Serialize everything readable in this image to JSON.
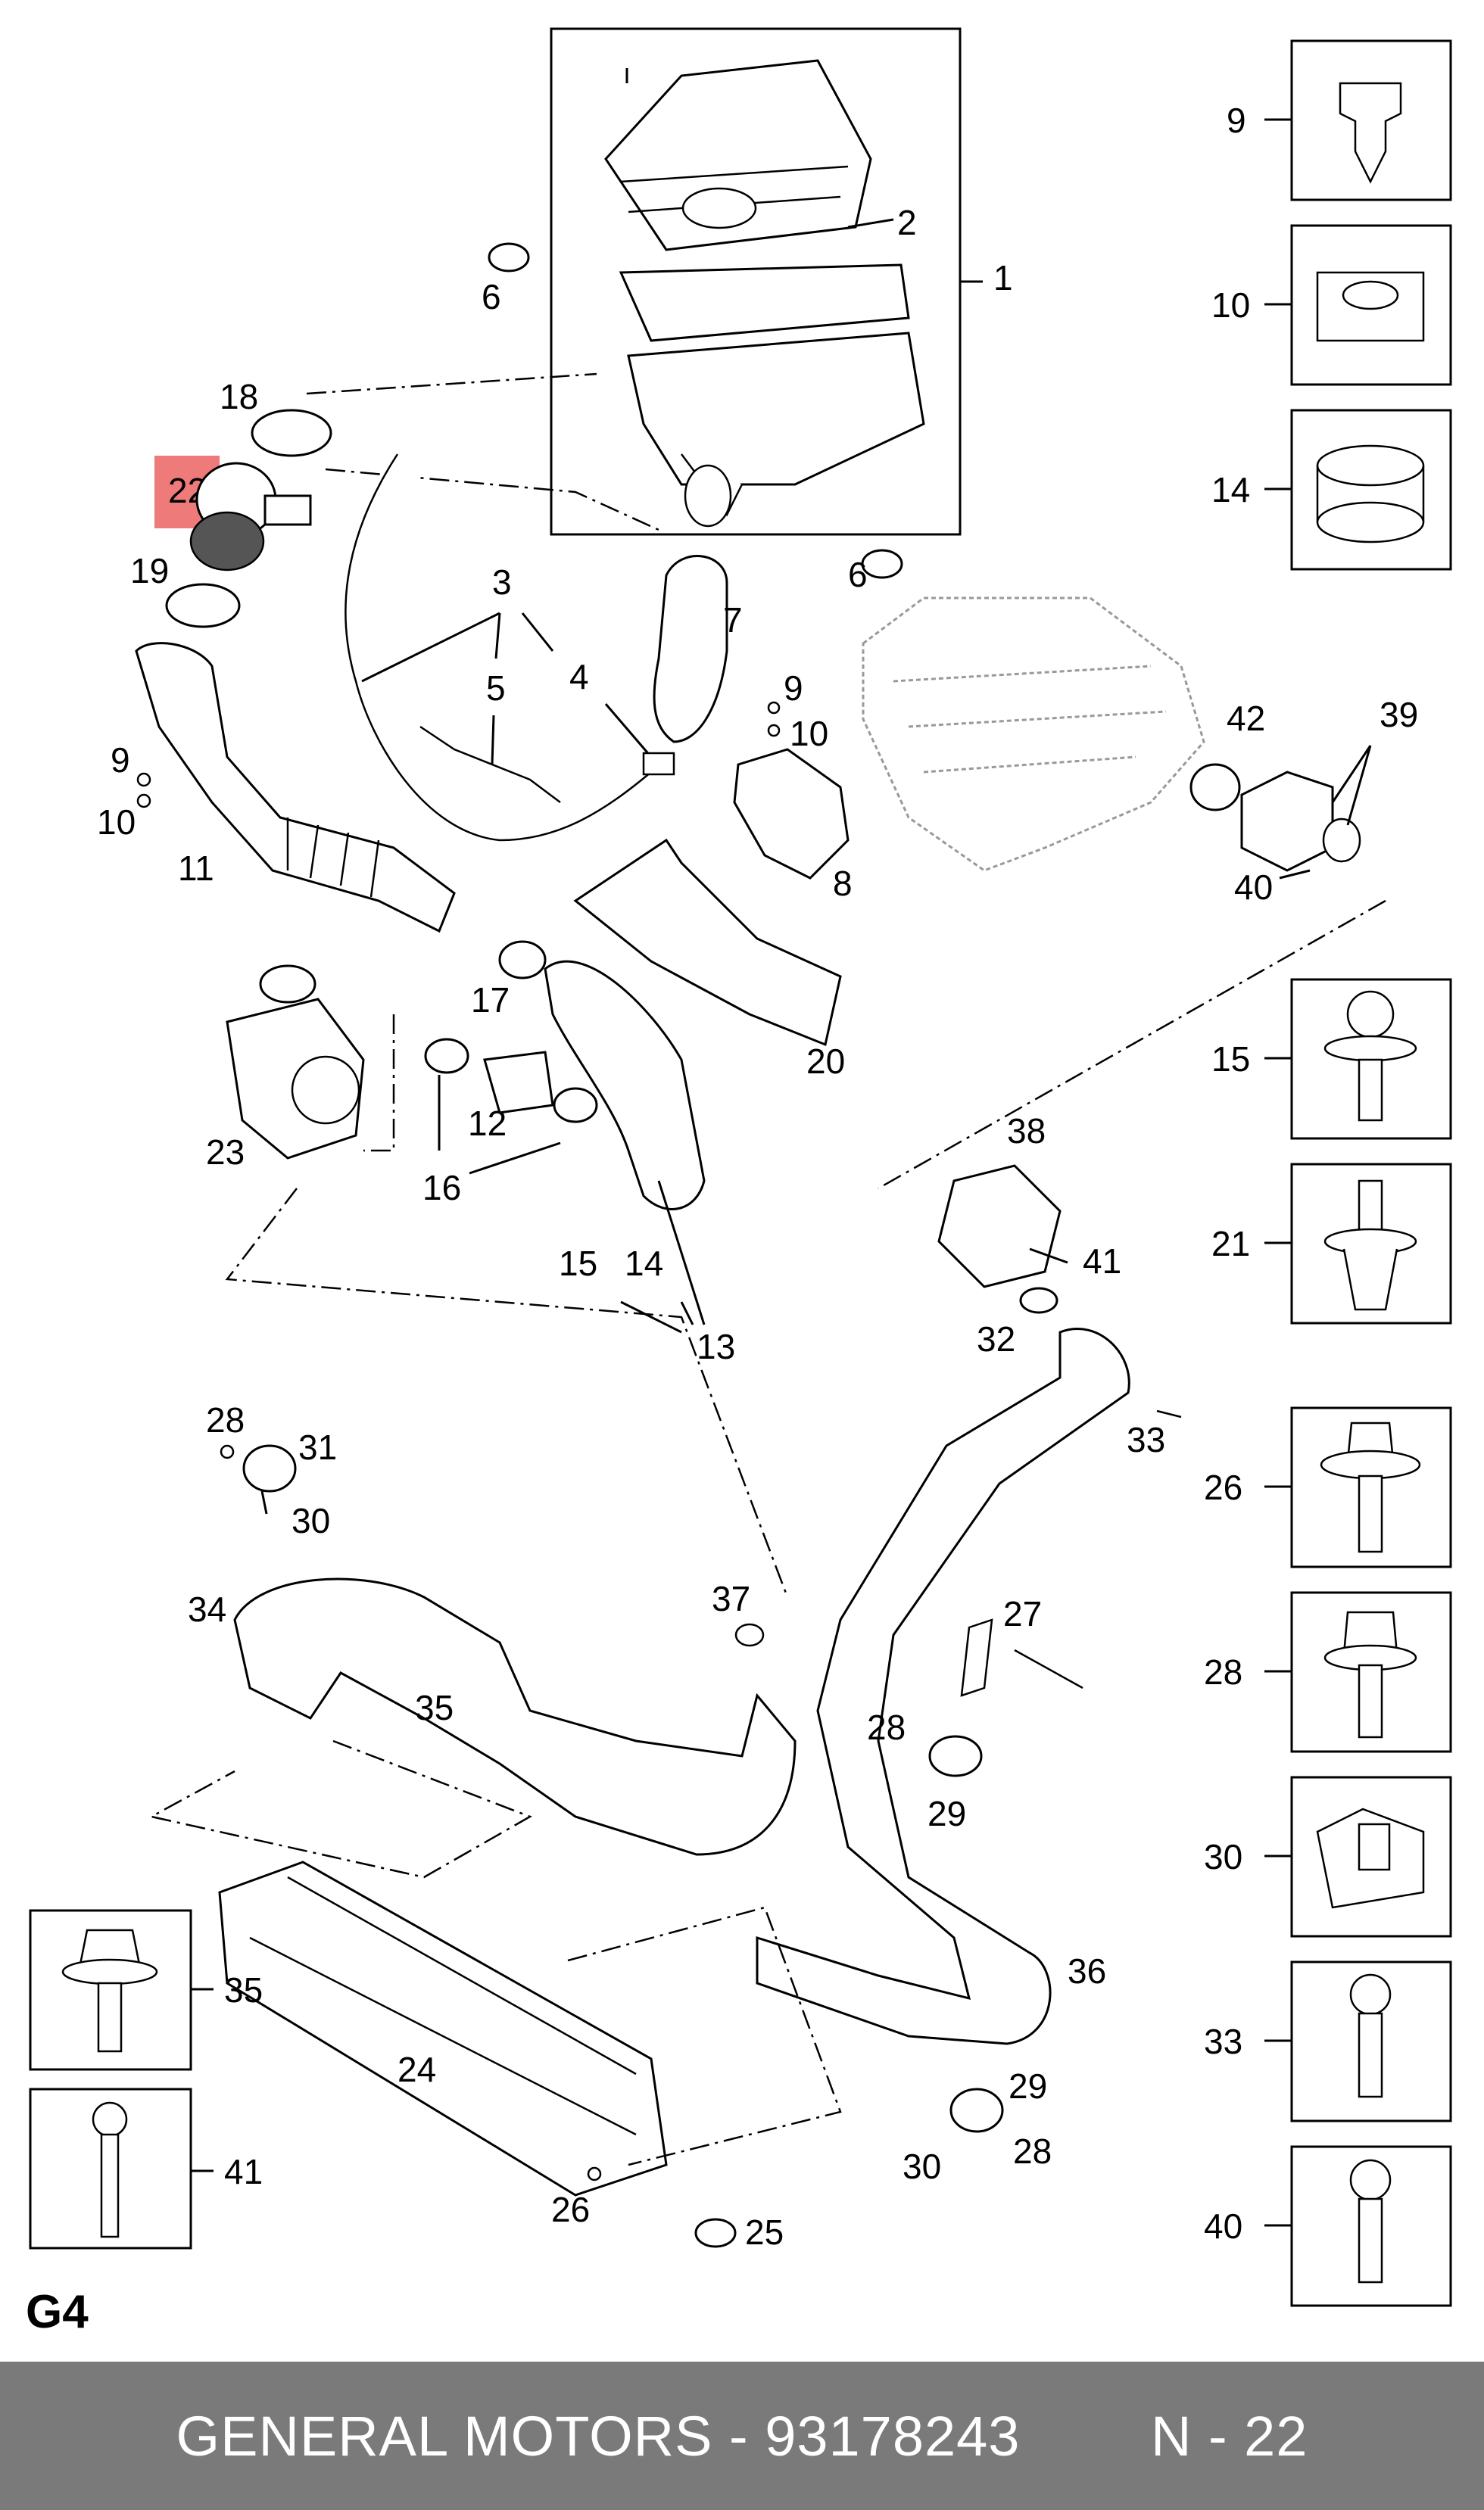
{
  "group_code": "G4",
  "highlighted_callout": "22",
  "footer": {
    "brand": "GENERAL MOTORS",
    "separator": " - ",
    "part_number": "93178243",
    "ref_label": "N - 22"
  },
  "callouts": {
    "n1": "1",
    "n2": "2",
    "n3": "3",
    "n4": "4",
    "n5": "5",
    "n6a": "6",
    "n6b": "6",
    "n7": "7",
    "n8": "8",
    "n9a": "9",
    "n9b": "9",
    "n10a": "10",
    "n10b": "10",
    "n11": "11",
    "n12": "12",
    "n13": "13",
    "n14": "14",
    "n15": "15",
    "n16": "16",
    "n17": "17",
    "n18": "18",
    "n19": "19",
    "n20": "20",
    "n22": "22",
    "n23": "23",
    "n24": "24",
    "n25": "25",
    "n26": "26",
    "n27": "27",
    "n28a": "28",
    "n28b": "28",
    "n28c": "28",
    "n29a": "29",
    "n29b": "29",
    "n30a": "30",
    "n30b": "30",
    "n31": "31",
    "n32": "32",
    "n33": "33",
    "n34": "34",
    "n35": "35",
    "n36": "36",
    "n37": "37",
    "n38": "38",
    "n39": "39",
    "n40": "40",
    "n41": "41",
    "n42": "42"
  },
  "right_boxes": [
    "9",
    "10",
    "14",
    "15",
    "21",
    "26",
    "28",
    "30",
    "33",
    "40"
  ],
  "left_boxes": [
    "35",
    "41"
  ],
  "colors": {
    "highlight": "#ee7a7a",
    "footer_bg": "#7a7a7a",
    "footer_text": "#ffffff"
  }
}
